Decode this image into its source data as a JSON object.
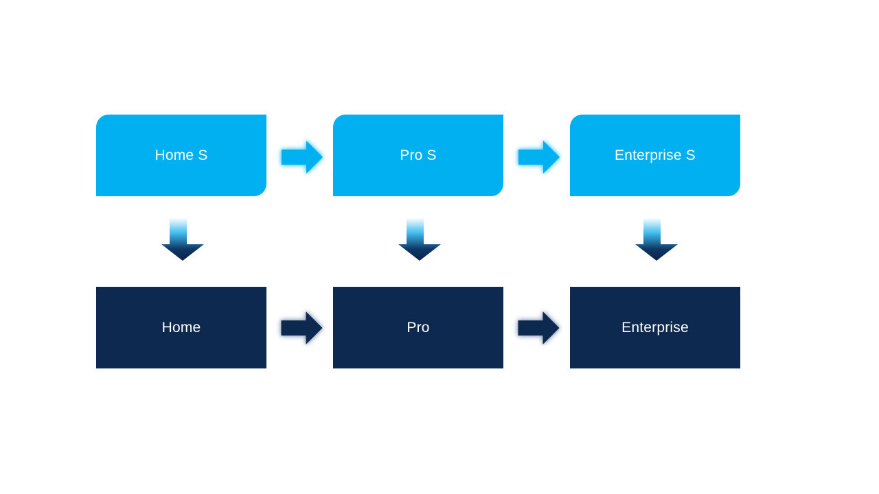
{
  "diagram": {
    "type": "process-upgrade-flow",
    "top_row": [
      {
        "label": "Home S"
      },
      {
        "label": "Pro S"
      },
      {
        "label": "Enterprise S"
      }
    ],
    "bottom_row": [
      {
        "label": "Home"
      },
      {
        "label": "Pro"
      },
      {
        "label": "Enterprise"
      }
    ],
    "connections": {
      "horizontal_top": [
        "Home S → Pro S",
        "Pro S → Enterprise S"
      ],
      "horizontal_bottom": [
        "Home → Pro",
        "Pro → Enterprise"
      ],
      "vertical": [
        "Home S → Home",
        "Pro S → Pro",
        "Enterprise S → Enterprise"
      ]
    },
    "colors": {
      "light_blue": "#00B0F0",
      "dark_navy": "#0E2950",
      "label_text": "#FFFFFF",
      "light_glow": "rgba(0,176,240,0.55)",
      "dark_glow": "rgba(96,122,158,0.6)",
      "down_arrow_gradient_top": "#FAFDFF",
      "down_arrow_gradient_mid": "#3FBCEE",
      "down_arrow_gradient_low": "#0F3866",
      "down_arrow_gradient_bottom": "#0A2148"
    }
  }
}
